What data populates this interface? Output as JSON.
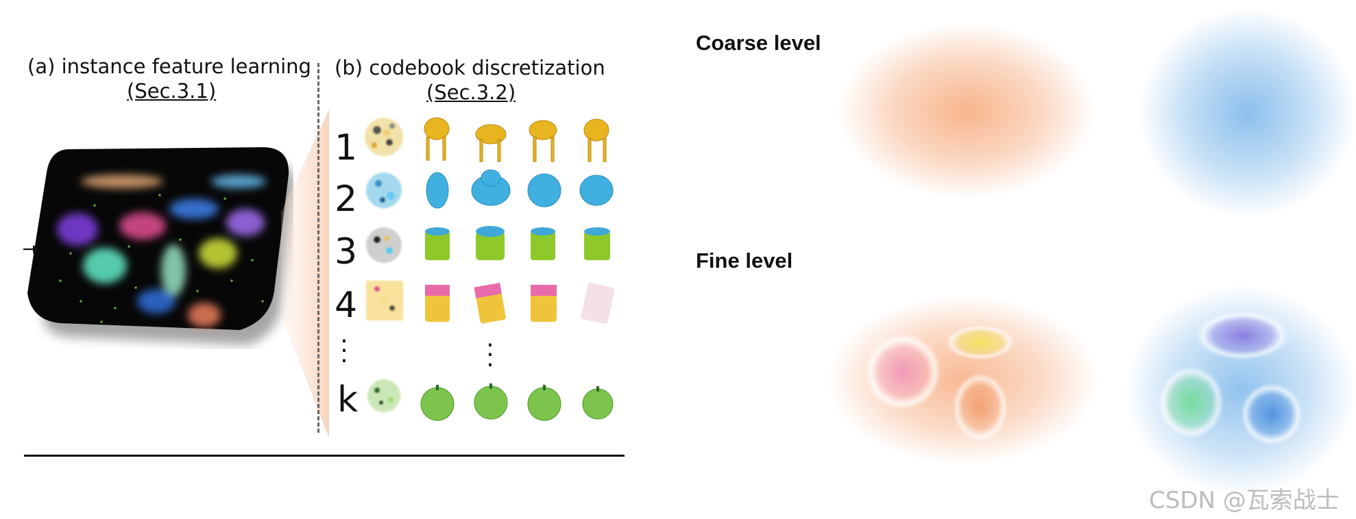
{
  "panel_a": {
    "title": "(a) instance feature learning",
    "ref": "(Sec.3.1)"
  },
  "panel_b": {
    "title": "(b) codebook discretization",
    "ref": "(Sec.3.2)",
    "rows": [
      {
        "label": "1",
        "color": "#e8b420",
        "object": "yellow-toy"
      },
      {
        "label": "2",
        "color": "#3fb0e0",
        "object": "blue-elephant"
      },
      {
        "label": "3",
        "color": "#8fc82a",
        "object": "green-cup"
      },
      {
        "label": "4",
        "color": "#f0c43a",
        "object": "snack-bag"
      },
      {
        "label": "k",
        "color": "#7cc44c",
        "object": "green-apple"
      }
    ]
  },
  "right": {
    "coarse_label": "Coarse level",
    "fine_label": "Fine level",
    "colors": {
      "orange": "#f6a878",
      "blue": "#7fb9ea",
      "pink": "#f08fb8",
      "yellow": "#f2e35a",
      "purple": "#8a7ae0",
      "green": "#72dc98",
      "deep_blue": "#4d8fe0"
    }
  },
  "watermark": "CSDN @瓦索战士"
}
